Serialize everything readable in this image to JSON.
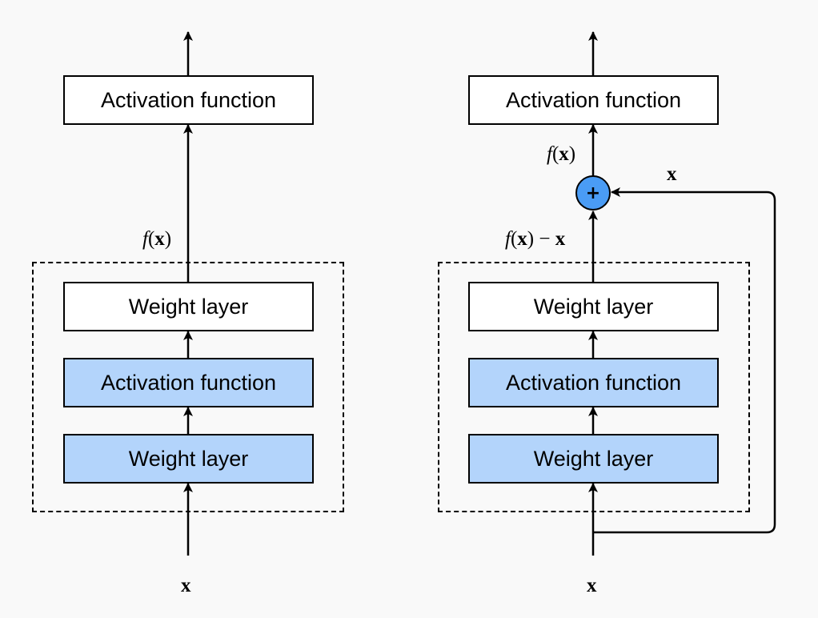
{
  "left_block": {
    "output_box": "Activation function",
    "top_layer": "Weight layer",
    "middle_layer": "Activation function",
    "bottom_layer": "Weight layer",
    "fx_label": {
      "func": "f",
      "open": "(",
      "var": "x",
      "close": ")"
    },
    "input_label": "x"
  },
  "right_block": {
    "output_box": "Activation function",
    "top_layer": "Weight layer",
    "middle_layer": "Activation function",
    "bottom_layer": "Weight layer",
    "fx_label": {
      "func": "f",
      "open": "(",
      "var": "x",
      "close": ")"
    },
    "residual_label": {
      "func": "f",
      "open": "(",
      "var": "x",
      "close": ")",
      "minus": " − ",
      "var2": "x"
    },
    "skip_label": "x",
    "plus_symbol": "+",
    "input_label": "x"
  },
  "colors": {
    "background": "#f9f9f9",
    "layer_fill_blue": "#b3d4fb",
    "adder_fill": "#4a9cf5",
    "stroke": "#000000"
  }
}
